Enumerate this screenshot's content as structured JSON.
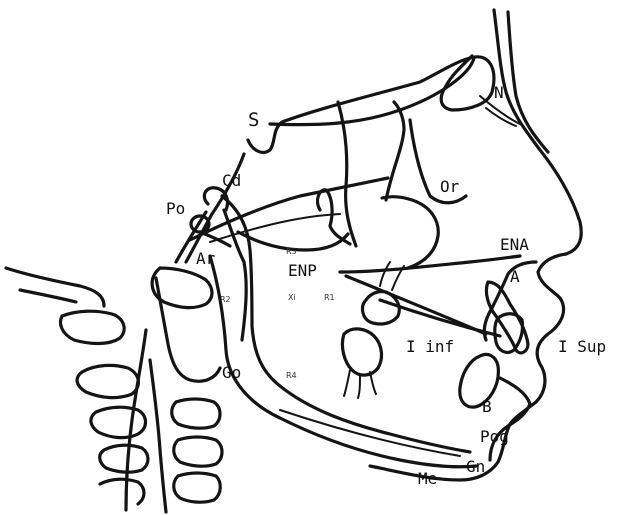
{
  "labels": {
    "S": "S",
    "N": "N",
    "Or": "Or",
    "Cd": "Cd",
    "Po": "Po",
    "Ar": "Ar",
    "ENA": "ENA",
    "A": "A",
    "ENP": "ENP",
    "R3": "R3",
    "R2": "R2",
    "R1": "R1",
    "R4": "R4",
    "Xi": "Xi",
    "I_inf": "I inf",
    "I_sup": "I Sup",
    "Go": "Go",
    "B": "B",
    "Pog": "Pog",
    "Gn": "Gn",
    "Me": "Me"
  }
}
